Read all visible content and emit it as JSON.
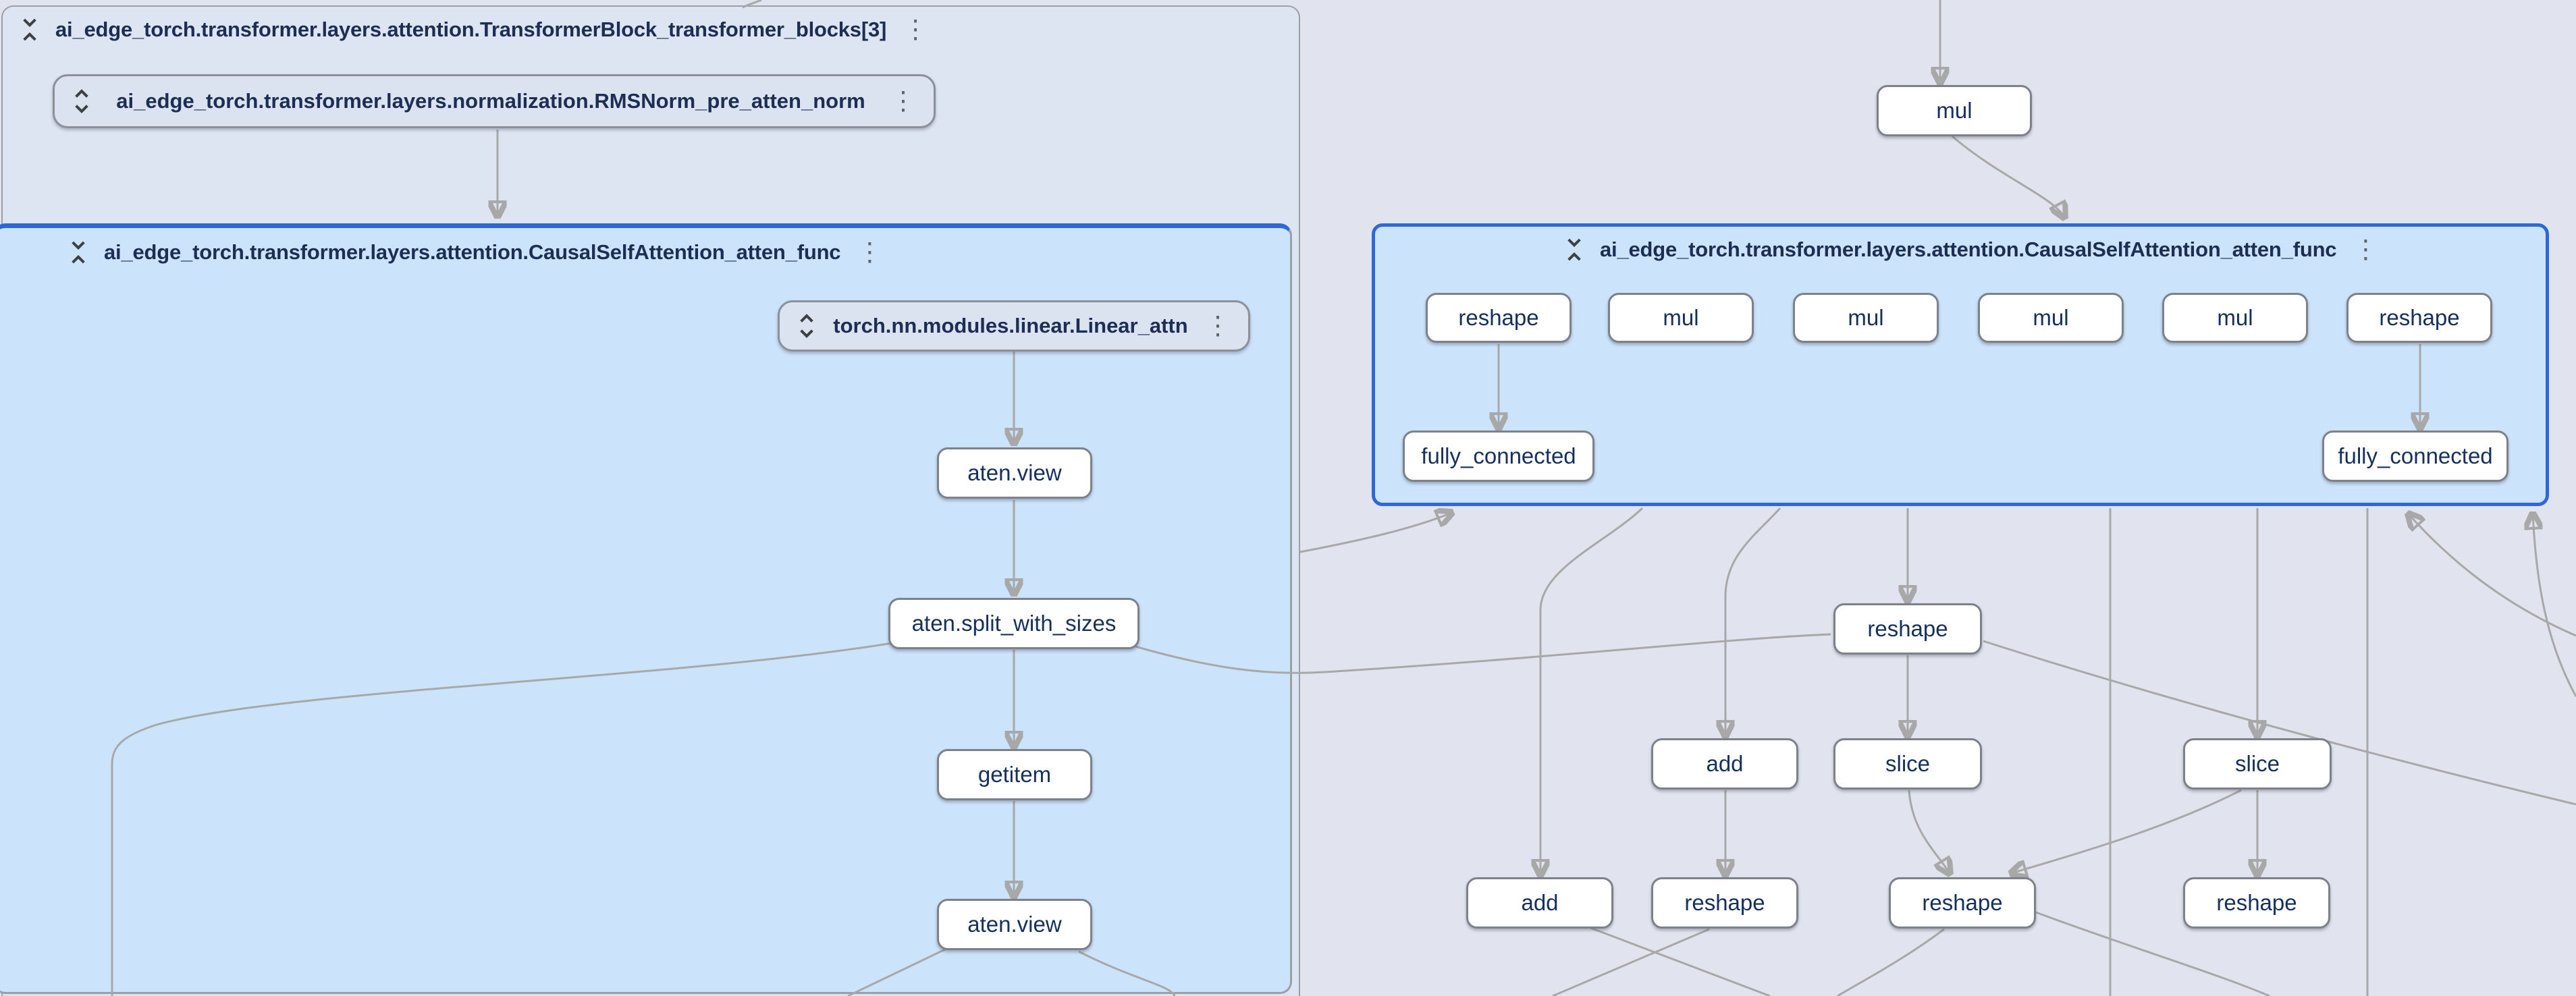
{
  "colors": {
    "outer_background": "#e1e4ee",
    "transformer_block_fill": "#dde4f2",
    "attention_panel_fill": "#cbe3fb",
    "selected_border_blue": "#2e68d8",
    "group_node_fill": "#dbe2f0",
    "op_node_fill": "#ffffff",
    "node_border_gray": "#7d828a",
    "edge_gray": "#a8a8a8",
    "text_navy": "#1c2e54"
  },
  "glyphs": {
    "kebab": "⋮"
  },
  "transformer_block": {
    "title": "ai_edge_torch.transformer.layers.attention.TransformerBlock_transformer_blocks[3]"
  },
  "rmsnorm": {
    "label": "ai_edge_torch.transformer.layers.normalization.RMSNorm_pre_atten_norm"
  },
  "left_attention": {
    "title": "ai_edge_torch.transformer.layers.attention.CausalSelfAttention_atten_func"
  },
  "linear": {
    "label": "torch.nn.modules.linear.Linear_attn"
  },
  "left_ops": {
    "view1": "aten.view",
    "split": "aten.split_with_sizes",
    "getitem": "getitem",
    "view2": "aten.view"
  },
  "right_mul": "mul",
  "right_attention": {
    "title": "ai_edge_torch.transformer.layers.attention.CausalSelfAttention_atten_func",
    "row": [
      "reshape",
      "mul",
      "mul",
      "mul",
      "mul",
      "reshape"
    ],
    "fc_left": "fully_connected",
    "fc_right": "fully_connected"
  },
  "right_ops": {
    "reshape_mid": "reshape",
    "add_mid": "add",
    "slice_left": "slice",
    "slice_right": "slice",
    "add_bottom": "add",
    "reshape_b1": "reshape",
    "reshape_b2": "reshape",
    "reshape_b3": "reshape"
  }
}
